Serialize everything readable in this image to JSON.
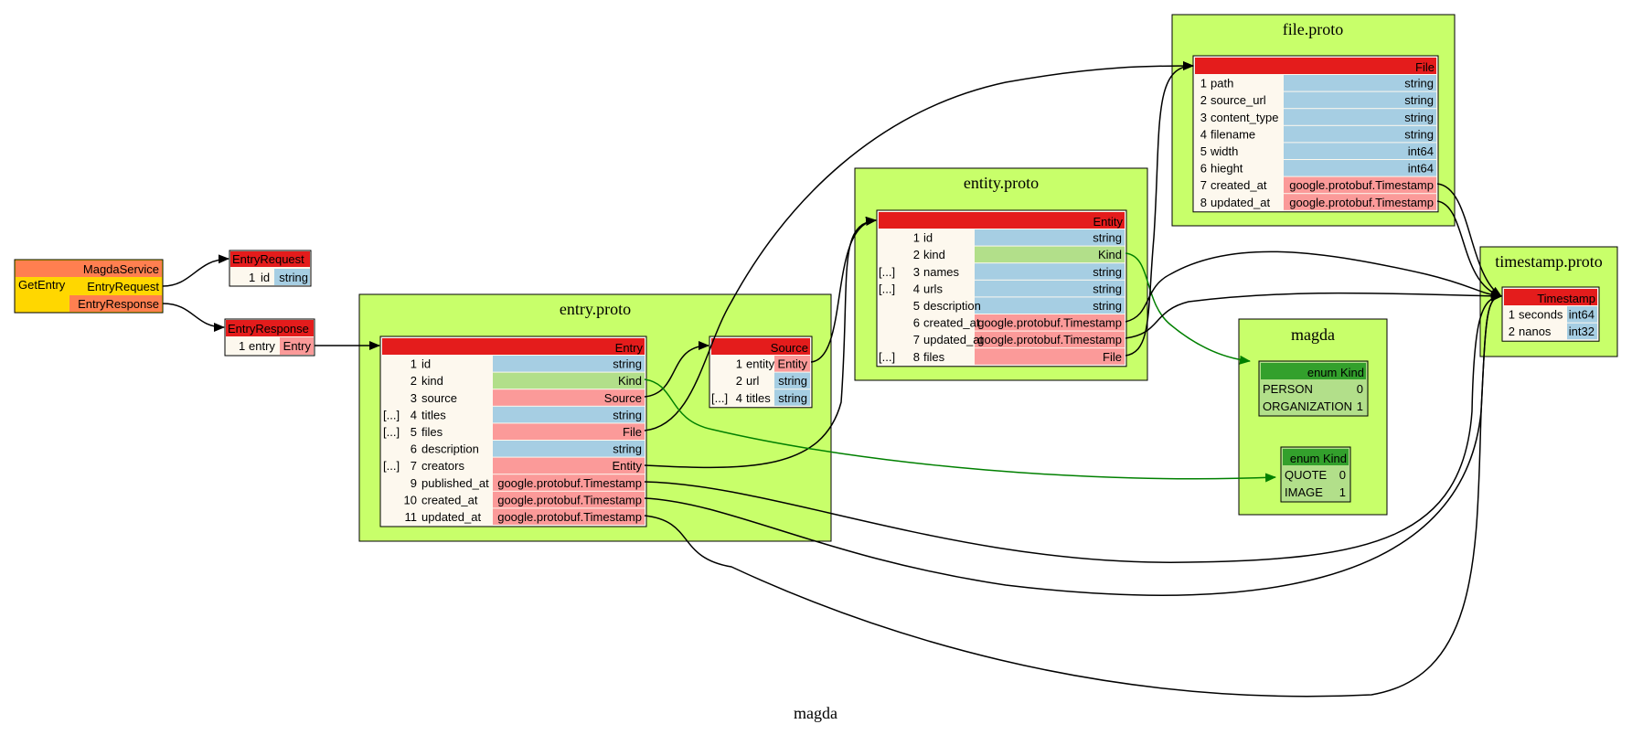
{
  "graph_title": "magda",
  "colors": {
    "cluster_fill": "#c8ff6a",
    "header_red": "#e41c1c",
    "row_cream": "#fdf8ee",
    "type_blue": "#a6cee3",
    "type_pink": "#fb9a99",
    "type_green": "#b2df8a",
    "enum_header": "#33a02c",
    "enum_row": "#b2df8a",
    "service_orange": "#ff7f50",
    "service_gold": "#ffd700",
    "edge_black": "#000000",
    "edge_green": "#008000"
  },
  "service": {
    "name": "MagdaService",
    "method": "GetEntry",
    "request": "EntryRequest",
    "response": "EntryResponse"
  },
  "entry_request": {
    "title": "EntryRequest",
    "fields": [
      {
        "num": "1",
        "name": "id",
        "type": "string"
      }
    ]
  },
  "entry_response": {
    "title": "EntryResponse",
    "fields": [
      {
        "num": "1",
        "name": "entry",
        "type": "Entry"
      }
    ]
  },
  "clusters": {
    "entry": "entry.proto",
    "entity": "entity.proto",
    "file": "file.proto",
    "magda": "magda",
    "timestamp": "timestamp.proto"
  },
  "entry": {
    "title": "Entry",
    "fields": [
      {
        "rep": "",
        "num": "1",
        "name": "id",
        "type": "string"
      },
      {
        "rep": "",
        "num": "2",
        "name": "kind",
        "type": "Kind"
      },
      {
        "rep": "",
        "num": "3",
        "name": "source",
        "type": "Source"
      },
      {
        "rep": "[...]",
        "num": "4",
        "name": "titles",
        "type": "string"
      },
      {
        "rep": "[...]",
        "num": "5",
        "name": "files",
        "type": "File"
      },
      {
        "rep": "",
        "num": "6",
        "name": "description",
        "type": "string"
      },
      {
        "rep": "[...]",
        "num": "7",
        "name": "creators",
        "type": "Entity"
      },
      {
        "rep": "",
        "num": "9",
        "name": "published_at",
        "type": "google.protobuf.Timestamp"
      },
      {
        "rep": "",
        "num": "10",
        "name": "created_at",
        "type": "google.protobuf.Timestamp"
      },
      {
        "rep": "",
        "num": "11",
        "name": "updated_at",
        "type": "google.protobuf.Timestamp"
      }
    ]
  },
  "source": {
    "title": "Source",
    "fields": [
      {
        "rep": "",
        "num": "1",
        "name": "entity",
        "type": "Entity"
      },
      {
        "rep": "",
        "num": "2",
        "name": "url",
        "type": "string"
      },
      {
        "rep": "[...]",
        "num": "4",
        "name": "titles",
        "type": "string"
      }
    ]
  },
  "entity": {
    "title": "Entity",
    "fields": [
      {
        "rep": "",
        "num": "1",
        "name": "id",
        "type": "string"
      },
      {
        "rep": "",
        "num": "2",
        "name": "kind",
        "type": "Kind"
      },
      {
        "rep": "[...]",
        "num": "3",
        "name": "names",
        "type": "string"
      },
      {
        "rep": "[...]",
        "num": "4",
        "name": "urls",
        "type": "string"
      },
      {
        "rep": "",
        "num": "5",
        "name": "description",
        "type": "string"
      },
      {
        "rep": "",
        "num": "6",
        "name": "created_at",
        "type": "google.protobuf.Timestamp"
      },
      {
        "rep": "",
        "num": "7",
        "name": "updated_at",
        "type": "google.protobuf.Timestamp"
      },
      {
        "rep": "[...]",
        "num": "8",
        "name": "files",
        "type": "File"
      }
    ]
  },
  "file": {
    "title": "File",
    "fields": [
      {
        "num": "1",
        "name": "path",
        "type": "string"
      },
      {
        "num": "2",
        "name": "source_url",
        "type": "string"
      },
      {
        "num": "3",
        "name": "content_type",
        "type": "string"
      },
      {
        "num": "4",
        "name": "filename",
        "type": "string"
      },
      {
        "num": "5",
        "name": "width",
        "type": "int64"
      },
      {
        "num": "6",
        "name": "hieght",
        "type": "int64"
      },
      {
        "num": "7",
        "name": "created_at",
        "type": "google.protobuf.Timestamp"
      },
      {
        "num": "8",
        "name": "updated_at",
        "type": "google.protobuf.Timestamp"
      }
    ]
  },
  "timestamp": {
    "title": "Timestamp",
    "fields": [
      {
        "num": "1",
        "name": "seconds",
        "type": "int64"
      },
      {
        "num": "2",
        "name": "nanos",
        "type": "int32"
      }
    ]
  },
  "enum_kind_entity": {
    "title": "enum Kind",
    "values": [
      {
        "name": "PERSON",
        "value": "0"
      },
      {
        "name": "ORGANIZATION",
        "value": "1"
      }
    ]
  },
  "enum_kind_entry": {
    "title": "enum Kind",
    "values": [
      {
        "name": "QUOTE",
        "value": "0"
      },
      {
        "name": "IMAGE",
        "value": "1"
      }
    ]
  }
}
